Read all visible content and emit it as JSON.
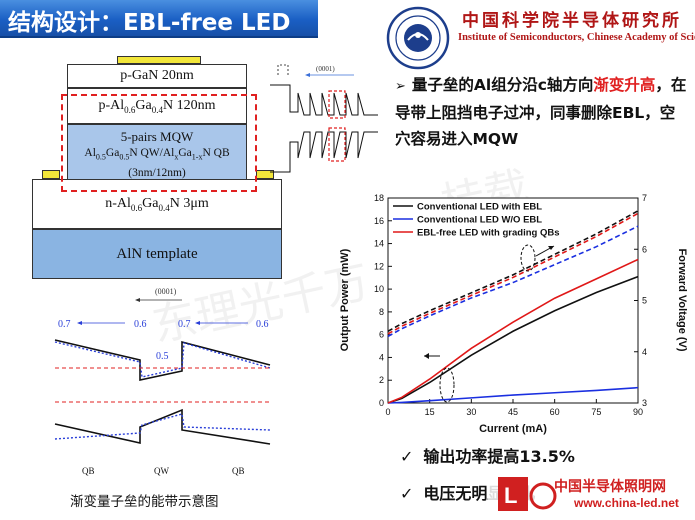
{
  "title": "结构设计：EBL-free LED",
  "institute": {
    "name_cn": "中国科学院半导体研究所",
    "name_en": "Institute of Semiconductors, Chinese Academy of Sciences"
  },
  "structure": {
    "p_gan": "p-GaN 20nm",
    "p_algan": "p-Al0.6Ga0.4N 120nm",
    "mqw_line1": "5-pairs MQW",
    "mqw_line2": "Al0.5Ga0.5N QW/AlxGa1-xN QB",
    "mqw_line3": "(3nm/12nm)",
    "n_algan": "n-Al0.6Ga0.4N 3μm",
    "template": "AlN template"
  },
  "small_diagram": {
    "axis_label": "(0001)"
  },
  "band_diagram": {
    "axis_label": "(0001)",
    "labels": [
      "0.7",
      "0.6",
      "0.7",
      "0.6",
      "0.5"
    ],
    "region_labels": [
      "QB",
      "QW",
      "QB"
    ],
    "caption": "渐变量子垒的能带示意图"
  },
  "bullet": {
    "arrow": "➢",
    "text_a": "量子垒的Al组分沿c轴方向",
    "text_red": "渐变升高",
    "text_b": "，在导带上阻挡电子过冲，同事删除EBL，空穴容易进入MQW"
  },
  "chart_data": {
    "type": "line",
    "xlabel": "Current (mA)",
    "ylabel": "Output Power (mW)",
    "y2label": "Forward Voltage (V)",
    "xlim": [
      0,
      90
    ],
    "ylim": [
      0,
      18
    ],
    "y2lim": [
      3,
      7
    ],
    "xticks": [
      0,
      15,
      30,
      45,
      60,
      75,
      90
    ],
    "yticks": [
      0,
      2,
      4,
      6,
      8,
      10,
      12,
      14,
      16,
      18
    ],
    "y2ticks": [
      3,
      4,
      5,
      6,
      7
    ],
    "legend_position": "top-left",
    "series": [
      {
        "name": "Conventional LED with EBL",
        "color": "#111111",
        "power": {
          "x": [
            0,
            5,
            15,
            30,
            45,
            60,
            75,
            90
          ],
          "y": [
            0,
            0.4,
            1.8,
            4.2,
            6.3,
            8.1,
            9.7,
            11.1
          ]
        },
        "voltage": {
          "x": [
            0,
            5,
            15,
            30,
            45,
            60,
            75,
            90
          ],
          "y": [
            4.4,
            4.55,
            4.8,
            5.15,
            5.5,
            5.9,
            6.3,
            6.75
          ]
        }
      },
      {
        "name": "Conventional LED W/O EBL",
        "color": "#1a2fe0",
        "power": {
          "x": [
            0,
            5,
            15,
            30,
            45,
            60,
            75,
            90
          ],
          "y": [
            0,
            0.05,
            0.2,
            0.45,
            0.7,
            0.9,
            1.1,
            1.35
          ]
        },
        "voltage": {
          "x": [
            0,
            5,
            15,
            30,
            45,
            60,
            75,
            90
          ],
          "y": [
            4.3,
            4.45,
            4.7,
            5.05,
            5.35,
            5.7,
            6.05,
            6.45
          ]
        }
      },
      {
        "name": "EBL-free LED with grading QBs",
        "color": "#e01818",
        "power": {
          "x": [
            0,
            5,
            15,
            30,
            45,
            60,
            75,
            90
          ],
          "y": [
            0,
            0.5,
            2.1,
            4.8,
            7.1,
            9.2,
            10.9,
            12.6
          ]
        },
        "voltage": {
          "x": [
            0,
            5,
            15,
            30,
            45,
            60,
            75,
            90
          ],
          "y": [
            4.35,
            4.5,
            4.75,
            5.1,
            5.45,
            5.85,
            6.25,
            6.7
          ]
        }
      }
    ]
  },
  "results": {
    "check": "✓",
    "line1": "输出功率提高13.5%",
    "line2": "电压无明显变化"
  },
  "watermark": [
    "东理光千万",
    "桂载"
  ],
  "site_logo": {
    "cn": "中国半导体照明网",
    "en": "www.china-led.net"
  },
  "colors": {
    "title_bg": "#1a5fc4",
    "institute": "#b01616",
    "emphasis": "#e02020",
    "layer_blue": "#a9c6ea",
    "template_blue": "#8ab4e2"
  }
}
